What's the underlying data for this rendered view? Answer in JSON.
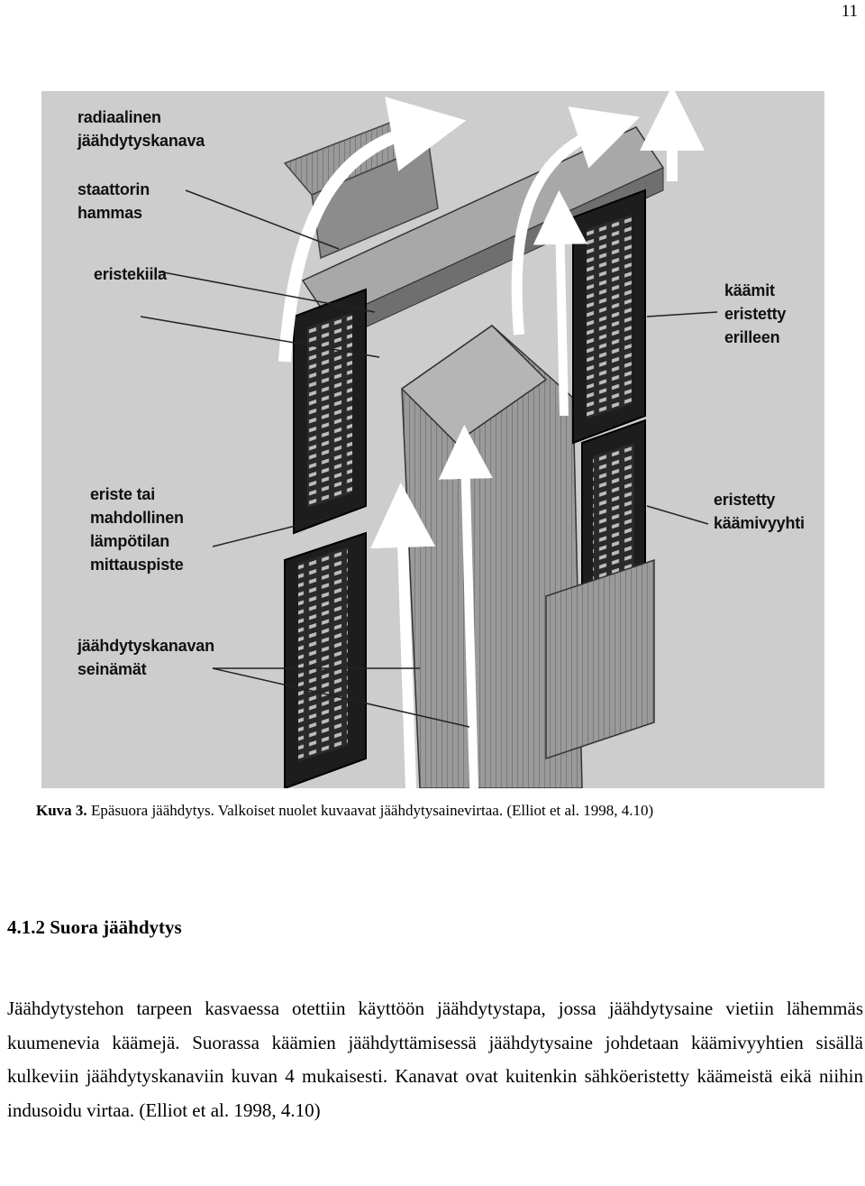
{
  "page_number": "11",
  "figure": {
    "labels": {
      "radial_channel": "radiaalinen\njäähdytyskanava",
      "stator_tooth": "staattorin\nhammas",
      "insulating_wedge": "eristekiila",
      "coils_insulated_separately": "käämit\neristetty\nerilleen",
      "insulation_or_sensor": "eriste tai\nmahdollinen\nlämpötilan\nmittauspiste",
      "insulated_coil_bundle": "eristetty\nkäämivyyhti",
      "channel_walls": "jäähdytyskanavan\nseinämät"
    }
  },
  "caption": {
    "label": "Kuva 3.",
    "text": " Epäsuora jäähdytys. Valkoiset nuolet kuvaavat jäähdytysainevirtaa. (Elliot et al. 1998, 4.10)"
  },
  "section": {
    "heading": "4.1.2 Suora jäähdytys",
    "paragraph": "Jäähdytystehon tarpeen kasvaessa otettiin käyttöön jäähdytystapa, jossa jäähdytysaine vietiin lähemmäs kuumenevia käämejä. Suorassa käämien jäähdyttämisessä jäähdytysaine johdetaan käämivyyhtien sisällä kulkeviin jäähdytyskanaviin kuvan 4 mukaisesti. Kanavat ovat kuitenkin sähköeristetty käämeistä eikä niihin indusoidu virtaa. (Elliot et al. 1998, 4.10)"
  }
}
